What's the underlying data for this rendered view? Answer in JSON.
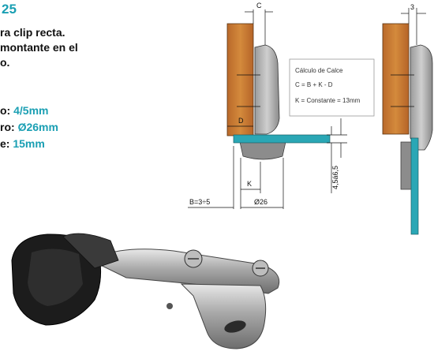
{
  "spec": {
    "code": "25",
    "description_lines": [
      "ra clip recta.",
      " montante en el",
      "o."
    ],
    "items": [
      {
        "label": "o: ",
        "value": "4/5mm"
      },
      {
        "label": "ro: ",
        "value": "Ø26mm"
      },
      {
        "label": "e: ",
        "value": "15mm"
      }
    ]
  },
  "diagram": {
    "c_label": "C",
    "d_label": "D",
    "k_label": "K",
    "b_label": "B=3÷5",
    "diam_label": "Ø26",
    "h_label": "4,5á6,5",
    "three_label": "3",
    "calc_box": {
      "title": "Cálculo de Calce",
      "formula": "C = B + K - D",
      "constant": "K = Constante = 13mm"
    }
  },
  "colors": {
    "accent": "#1a9fb3",
    "wood": "#c9782f",
    "panel": "#2aa7b5"
  }
}
